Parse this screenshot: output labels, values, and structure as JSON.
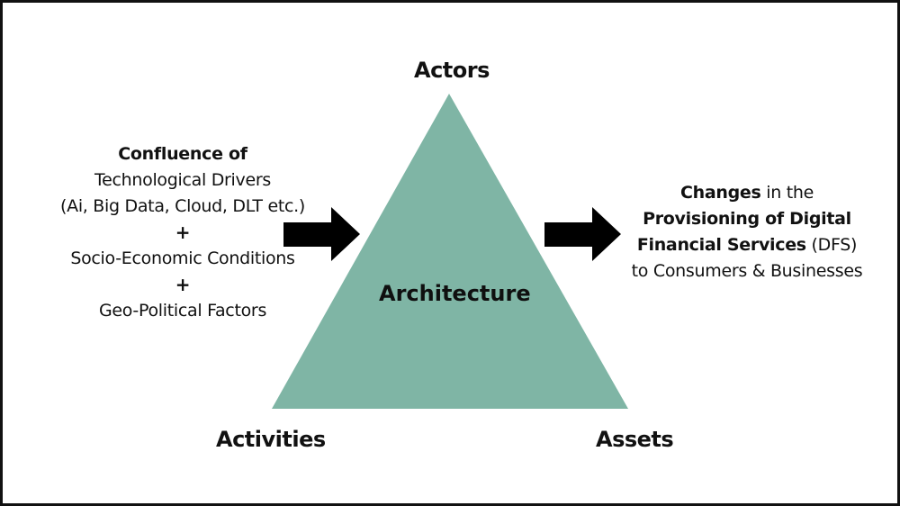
{
  "colors": {
    "triangle_fill": "#7fb5a5",
    "arrow_fill": "#000000",
    "border": "#111111"
  },
  "triangle": {
    "top_label": "Actors",
    "center_label": "Architecture",
    "bottom_left_label": "Activities",
    "bottom_right_label": "Assets"
  },
  "left_block": {
    "heading": "Confluence of",
    "line1": "Technological Drivers",
    "line2": "(Ai, Big Data, Cloud, DLT etc.)",
    "plus1": "+",
    "line3": "Socio-Economic Conditions",
    "plus2": "+",
    "line4": "Geo-Political Factors"
  },
  "right_block": {
    "line1_bold": "Changes",
    "line1_rest": " in the",
    "line2_bold": "Provisioning of Digital",
    "line3_bold": "Financial Services",
    "line3_rest": " (DFS)",
    "line4": "to Consumers & Businesses"
  }
}
